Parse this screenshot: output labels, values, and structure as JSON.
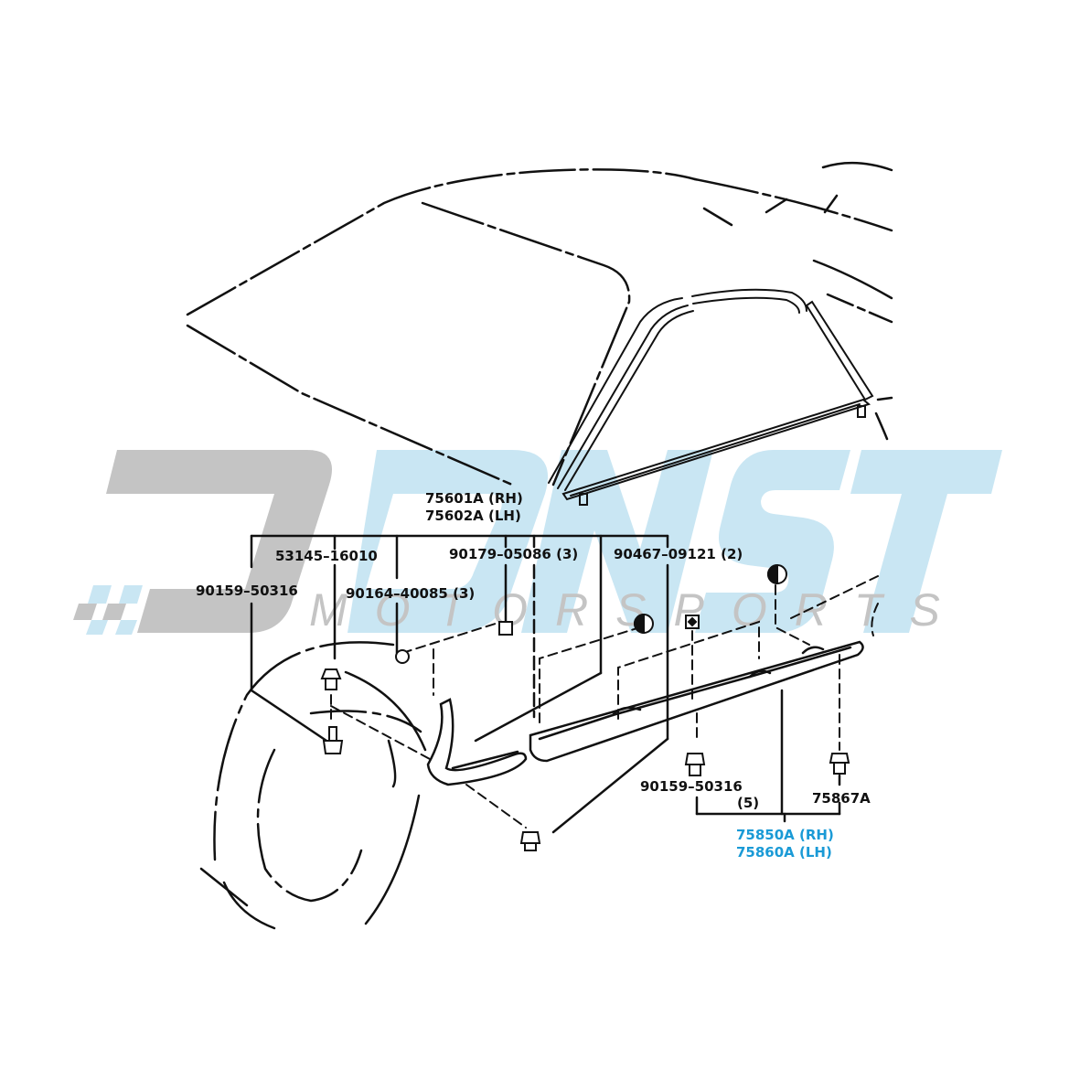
{
  "diagram": {
    "type": "exploded parts diagram",
    "subject": "Rocker panel moulding / side sill garnish and door frame moulding"
  },
  "watermark": {
    "brand_letters": "DNST",
    "subtitle": "MOTORSPORTS",
    "colors": {
      "gray": "#c4c4c4",
      "blue": "#c9e6f3"
    }
  },
  "labels": {
    "door_moulding_rh": "75601A (RH)",
    "door_moulding_lh": "75602A (LH)",
    "part_53145": "53145–16010",
    "part_90159_left": "90159–50316",
    "part_90164": "90164–40085 (3)",
    "part_90179": "90179–05086 (3)",
    "part_90467": "90467–09121 (2)",
    "part_90159_right": "90159–50316",
    "part_90159_right_qty": "(5)",
    "part_75867": "75867A",
    "rocker_rh": "75850A (RH)",
    "rocker_lh": "75860A (LH)"
  },
  "colors": {
    "line": "#111111",
    "highlight_label": "#1a9ad6",
    "background": "#ffffff"
  }
}
